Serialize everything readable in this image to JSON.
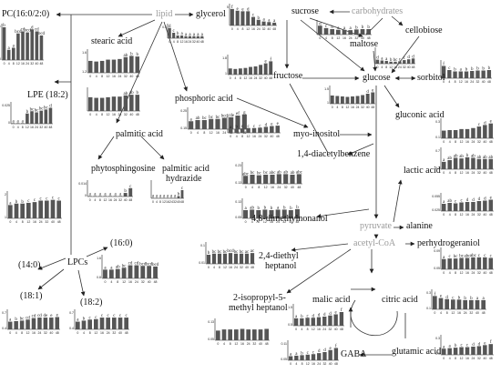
{
  "nodes": {
    "pc": "PC(16:0/2:0)",
    "lipid": "lipid",
    "glycerol": "glycerol",
    "stearic_acid": "stearic acid",
    "lpe": "LPE (18:2)",
    "phosphoric_acid": "phosphoric acid",
    "palmitic_acid": "palmitic acid",
    "phytosphingosine": "phytosphingosine",
    "palmitic_acid_hydrazide_1": "palmitic acid",
    "palmitic_acid_hydrazide_2": "hydrazide",
    "lpc_14": "(14:0)",
    "lpc_16": "(16:0)",
    "lpcs": "LPCs",
    "lpc_181": "(18:1)",
    "lpc_182": "(18:2)",
    "sucrose": "sucrose",
    "carbohydrates": "carbohydrates",
    "cellobiose": "cellobiose",
    "maltose": "maltose",
    "fructose": "fructose",
    "glucose": "glucose",
    "sorbitol": "sorbitol",
    "gluconic_acid": "gluconic acid",
    "myo_inositol": "myo-inositol",
    "diacetylbenzene": "1,4-diacetylbenzene",
    "lactic_acid": "lactic acid",
    "pyruvate": "pyruvate",
    "alanine": "alanine",
    "dimethylnonanol": "4,8-dimethylnonanol",
    "acetyl_coa": "acetyl-CoA",
    "perhydrogeraniol": "perhydrogeraniol",
    "diethylheptanol_1": "2,4-diethyl",
    "diethylheptanol_2": "heptanol",
    "isopropyl_1": "2-isopropyl-5-",
    "isopropyl_2": "methyl heptanol",
    "malic_acid": "malic acid",
    "citric_acid": "citric acid",
    "gaba": "GABA",
    "glutamic_acid": "glutamic acid"
  },
  "x_ticks": [
    "0",
    "4",
    "8",
    "12",
    "16",
    "24",
    "32",
    "40",
    "48"
  ],
  "y_ticks": {
    "pc": [
      "0.007",
      "0"
    ],
    "lpe": [
      "0.025",
      "0"
    ],
    "glycerol": [
      "0.3",
      ""
    ],
    "stearic": [
      "1.6",
      "1.2"
    ],
    "phosphoric": [
      "0.25",
      "0.15"
    ],
    "fructose": [
      "1.8",
      "1"
    ],
    "glucose": [
      "1.5",
      "1"
    ],
    "sucrose": [
      "5",
      ""
    ],
    "gluconic": [
      "0.3",
      "0.1"
    ],
    "phyto": [
      "0.014",
      "0"
    ],
    "lpc14": [
      "2",
      "1"
    ],
    "lpc16": [
      "1.6",
      "0.8"
    ],
    "lpc181": [
      "0.7",
      "0.4"
    ],
    "lpc182": [
      "0.7",
      "0.4"
    ],
    "diacetyl": [
      "0.23",
      "0.13"
    ],
    "dimethyl": [
      "0.13",
      "0.05"
    ],
    "lactic": [
      "0.7",
      "0.2"
    ],
    "alanine": [
      "0.055",
      "0.025"
    ],
    "perhydro": [
      "0.09",
      "0.05"
    ],
    "diethyl": [
      "0.1",
      "0.01"
    ],
    "isopropyl": [
      "0.13",
      "0.05"
    ],
    "malic": [
      "1.5",
      "0.5"
    ],
    "citric": [
      "0.3",
      "0.1"
    ],
    "gaba": [
      "0.11",
      "0.05"
    ],
    "glutamic": [
      "0.3",
      "0.1"
    ]
  },
  "charts": {
    "pc": {
      "values": [
        3.2,
        1.0,
        1.2,
        2.6,
        2.8,
        2.7,
        3.0,
        2.8,
        2.4
      ],
      "letters": [
        "b",
        "a",
        "a",
        "bcd",
        "cd",
        "bcd",
        "d",
        "cd",
        "bcd"
      ]
    },
    "glycerol": {
      "values": [
        3.0,
        1.6,
        0.8,
        0.8,
        0.6,
        0.6,
        0.6,
        0.6,
        0.6
      ],
      "letters": [
        "d",
        "c",
        "b",
        "a",
        "a",
        "a",
        "a",
        "a",
        "a"
      ]
    },
    "stearic": {
      "values": [
        1.9,
        1.8,
        1.9,
        2.1,
        2.1,
        2.2,
        2.5,
        2.7,
        2.6
      ],
      "letters": [
        "",
        "",
        "",
        "",
        "",
        "",
        "ab",
        "b",
        "b"
      ]
    },
    "palmitic": {
      "values": [
        2.2,
        2.1,
        2.1,
        2.2,
        2.3,
        2.3,
        2.5,
        2.6,
        2.6
      ],
      "letters": [
        "",
        "",
        "",
        "",
        "",
        "",
        "ab",
        "ab",
        "b"
      ]
    },
    "lpe": {
      "values": [
        0.1,
        0.1,
        0.1,
        1.8,
        2.2,
        2.0,
        2.3,
        2.5,
        2.8
      ],
      "letters": [
        "a",
        "a",
        "a",
        "b",
        "bc",
        "bc",
        "bc",
        "bc",
        "d"
      ]
    },
    "phosphoric": {
      "values": [
        1.4,
        1.6,
        1.6,
        1.8,
        1.8,
        2.0,
        2.1,
        2.4,
        2.6
      ],
      "letters": [
        "a",
        "ab",
        "bc",
        "bc",
        "bc",
        "bcd",
        "cde",
        "ef",
        "g"
      ]
    },
    "phyto": {
      "values": [
        0.1,
        0.1,
        0.1,
        0.1,
        0.1,
        0.1,
        0.1,
        0.9,
        2.1
      ],
      "letters": [
        "a",
        "a",
        "a",
        "a",
        "a",
        "a",
        "a",
        "b",
        "c"
      ]
    },
    "hydrazide": {
      "values": [
        0.1,
        0.1,
        0.1,
        0.1,
        0.1,
        0.1,
        0.1,
        0.5,
        1.8
      ],
      "letters": [
        "a",
        "a",
        "a",
        "a",
        "a",
        "a",
        "a",
        "b",
        "c"
      ]
    },
    "lpc14": {
      "values": [
        1.8,
        2.0,
        2.0,
        2.1,
        2.2,
        2.4,
        2.4,
        2.5,
        2.4
      ],
      "letters": [
        "a",
        "b",
        "b",
        "c",
        "c",
        "c",
        "c",
        "c",
        "c"
      ]
    },
    "lpc16": {
      "values": [
        1.4,
        1.4,
        1.5,
        1.7,
        2.1,
        2.1,
        2.0,
        2.0,
        1.9
      ],
      "letters": [
        "a",
        "a",
        "ab",
        "bc",
        "cd",
        "cd",
        "bcd",
        "bcd",
        "bcd"
      ]
    },
    "lpc181": {
      "values": [
        1.5,
        1.6,
        1.7,
        1.9,
        2.2,
        2.3,
        2.3,
        2.3,
        2.4
      ],
      "letters": [
        "a",
        "b",
        "bc",
        "cd",
        "cd",
        "cd",
        "de",
        "e",
        "e"
      ]
    },
    "lpc182": {
      "values": [
        1.5,
        1.7,
        1.9,
        2.0,
        2.3,
        2.3,
        2.3,
        2.3,
        2.3
      ],
      "letters": [
        "a",
        "b",
        "c",
        "c",
        "c",
        "c",
        "c",
        "c",
        "c"
      ]
    },
    "sucrose": {
      "values": [
        2.9,
        2.6,
        2.5,
        2.5,
        1.5,
        1.0,
        0.7,
        0.6,
        0.5
      ],
      "letters": [
        "f",
        "e",
        "e",
        "d",
        "c",
        "b",
        "a",
        "a",
        "a"
      ]
    },
    "cellobiose": {
      "values": [
        2.6,
        1.9,
        1.6,
        1.4,
        1.4,
        1.3,
        1.5,
        1.6,
        1.6
      ],
      "letters": [
        "d",
        "c",
        "b",
        "a",
        "a",
        "a",
        "b",
        "b",
        "b"
      ]
    },
    "maltose": {
      "values": [
        1.0,
        0.8,
        0.7,
        0.5,
        0.5,
        0.6,
        0.9,
        1.1,
        1.3
      ],
      "letters": [
        "d",
        "a",
        "a",
        "b",
        "bc",
        "c",
        "c",
        "d",
        "d"
      ]
    },
    "fructose": {
      "values": [
        1.2,
        1.1,
        1.2,
        1.3,
        1.5,
        1.6,
        1.9,
        2.2,
        2.6
      ],
      "letters": [
        "",
        "",
        "",
        "",
        "",
        "",
        "",
        "e",
        "f"
      ]
    },
    "glucose": {
      "values": [
        1.8,
        1.7,
        1.6,
        1.5,
        1.6,
        1.7,
        1.9,
        2.2,
        2.5
      ],
      "letters": [
        "",
        "",
        "",
        "",
        "",
        "",
        "",
        "d",
        "e"
      ]
    },
    "sorbitol": {
      "values": [
        2.7,
        1.8,
        1.5,
        1.5,
        1.5,
        1.6,
        1.7,
        1.7,
        1.8
      ],
      "letters": [
        "f",
        "c",
        "b",
        "a",
        "b",
        "b",
        "b",
        "b",
        "b"
      ]
    },
    "gluconic": {
      "values": [
        1.5,
        1.6,
        1.6,
        1.8,
        1.8,
        2.0,
        2.3,
        2.6,
        2.9
      ],
      "letters": [
        "",
        "",
        "",
        "",
        "",
        "",
        "c",
        "d",
        "e"
      ]
    },
    "myoinositol": {
      "values": [
        0.9,
        1.0,
        1.1,
        1.2,
        1.2,
        1.3,
        1.5,
        1.7,
        1.8
      ],
      "letters": [
        "a",
        "b",
        "c",
        "c",
        "c",
        "c",
        "d",
        "e",
        "e"
      ]
    },
    "diacetyl": {
      "values": [
        1.4,
        1.6,
        1.5,
        1.6,
        1.6,
        1.7,
        1.7,
        1.6,
        1.7
      ],
      "letters": [
        "abc",
        "bc",
        "bc",
        "bc",
        "abc",
        "ab",
        "ab",
        "ab",
        "abc"
      ]
    },
    "dimethyl": {
      "values": [
        1.6,
        1.7,
        1.6,
        1.7,
        1.6,
        1.7,
        1.7,
        1.6,
        1.8
      ],
      "letters": [
        "a",
        "ab",
        "b",
        "b",
        "b",
        "a",
        "b",
        "b",
        "b"
      ]
    },
    "lactic": {
      "values": [
        1.3,
        1.6,
        2.0,
        1.9,
        2.1,
        2.0,
        1.8,
        1.8,
        1.8
      ],
      "letters": [
        "a",
        "ab",
        "ab",
        "ab",
        "b",
        "ab",
        "ab",
        "ab",
        "ab"
      ]
    },
    "alanine": {
      "values": [
        1.6,
        1.8,
        1.7,
        1.9,
        2.0,
        2.0,
        2.2,
        2.3,
        2.5
      ],
      "letters": [
        "a",
        "ab",
        "c",
        "c",
        "d",
        "d",
        "d",
        "d",
        "e"
      ]
    },
    "perhydro": {
      "values": [
        1.8,
        1.9,
        1.9,
        2.0,
        2.0,
        2.1,
        2.1,
        2.1,
        2.0
      ],
      "letters": [
        "a",
        "c",
        "bc",
        "bc",
        "abc",
        "abc",
        "c",
        "c",
        "c"
      ]
    },
    "diethyl": {
      "values": [
        1.6,
        1.8,
        1.8,
        1.8,
        1.9,
        1.8,
        1.8,
        1.8,
        1.9
      ],
      "letters": [
        "b",
        "bc",
        "bc",
        "bc",
        "bcd",
        "bc",
        "bc",
        "ac",
        "ac"
      ]
    },
    "isopropyl": {
      "values": [
        1.7,
        1.9,
        1.9,
        1.9,
        2.0,
        1.9,
        1.9,
        1.9,
        2.0
      ],
      "letters": [
        "",
        "",
        "",
        "",
        "",
        "",
        "",
        "",
        ""
      ]
    },
    "malic": {
      "values": [
        1.3,
        1.3,
        1.4,
        1.4,
        1.5,
        1.6,
        1.8,
        2.0,
        2.4
      ],
      "letters": [
        "a",
        "b",
        "c",
        "d",
        "d",
        "d",
        "d",
        "e",
        "f"
      ]
    },
    "citric": {
      "values": [
        2.6,
        2.2,
        2.0,
        1.9,
        1.9,
        1.8,
        1.8,
        1.8,
        1.8
      ],
      "letters": [
        "f",
        "e",
        "d",
        "c",
        "b",
        "b",
        "b",
        "a",
        "a"
      ]
    },
    "gaba": {
      "values": [
        0.8,
        0.9,
        1.0,
        1.1,
        1.2,
        1.4,
        1.6,
        2.0,
        2.4
      ],
      "letters": [
        "a",
        "a",
        "b",
        "c",
        "c",
        "d",
        "d",
        "e",
        "f"
      ]
    },
    "glutamic": {
      "values": [
        1.2,
        1.3,
        1.4,
        1.5,
        1.5,
        1.6,
        1.7,
        1.9,
        2.1
      ],
      "letters": [
        "a",
        "a",
        "b",
        "c",
        "c",
        "d",
        "d",
        "e",
        "f"
      ]
    }
  }
}
